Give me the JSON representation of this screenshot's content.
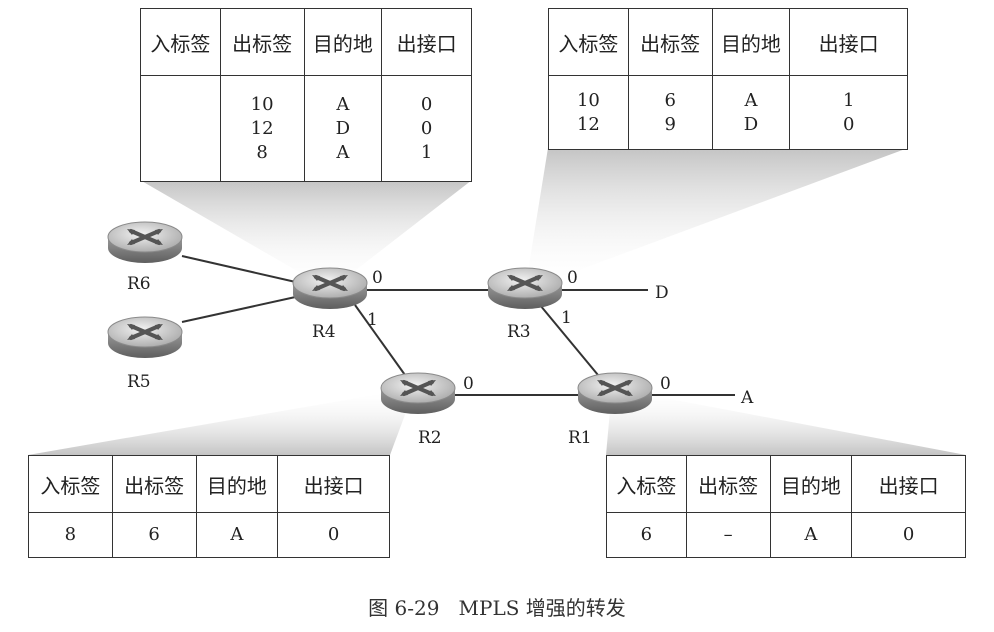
{
  "headers": {
    "in_label": "入标签",
    "out_label": "出标签",
    "dest": "目的地",
    "out_iface": "出接口"
  },
  "tables": {
    "r4": {
      "in": "",
      "out": [
        "10",
        "12",
        "8"
      ],
      "dest": [
        "A",
        "D",
        "A"
      ],
      "iface": [
        "0",
        "0",
        "1"
      ]
    },
    "r3": {
      "in": [
        "10",
        "12"
      ],
      "out": [
        "6",
        "9"
      ],
      "dest": [
        "A",
        "D"
      ],
      "iface": [
        "1",
        "0"
      ]
    },
    "r2": {
      "in": "8",
      "out": "6",
      "dest": "A",
      "iface": "0"
    },
    "r1": {
      "in": "6",
      "out": "–",
      "dest": "A",
      "iface": "0"
    }
  },
  "routers": {
    "r1": "R1",
    "r2": "R2",
    "r3": "R3",
    "r4": "R4",
    "r5": "R5",
    "r6": "R6"
  },
  "destinations": {
    "d": "D",
    "a": "A"
  },
  "ports": {
    "r4_0": "0",
    "r4_1": "1",
    "r3_0": "0",
    "r3_1": "1",
    "r2_0": "0",
    "r1_0": "0"
  },
  "caption": "图 6-29   MPLS 增强的转发"
}
